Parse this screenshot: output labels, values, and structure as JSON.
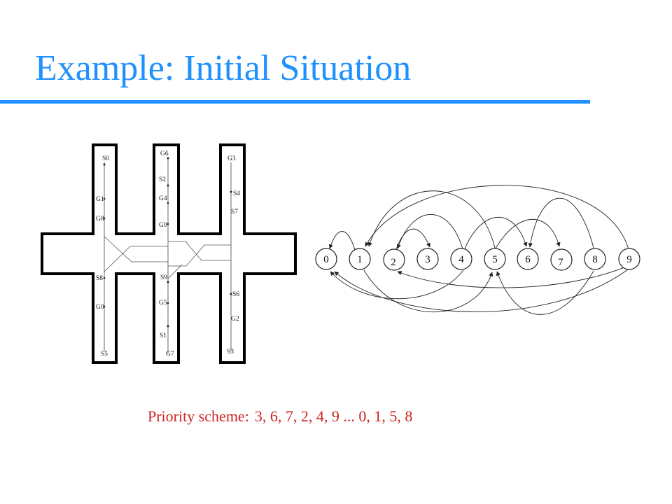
{
  "slide": {
    "title": "Example: Initial Situation",
    "priority_label": "Priority scheme:",
    "priority_values": "3, 6, 7, 2, 4, 9 ... 0, 1, 5, 8"
  },
  "map": {
    "labels": [
      "S0",
      "G1",
      "G8",
      "S8",
      "G0",
      "S5",
      "G6",
      "S2",
      "G4",
      "G9",
      "S9",
      "G5",
      "S1",
      "G7",
      "G3",
      "S4",
      "S7",
      "S6",
      "G2",
      "S3"
    ]
  },
  "graph": {
    "nodes": [
      "0",
      "1",
      "2",
      "3",
      "4",
      "5",
      "6",
      "7",
      "8",
      "9"
    ]
  },
  "colors": {
    "title": "#1e90ff",
    "priority_text": "#cc2222"
  }
}
